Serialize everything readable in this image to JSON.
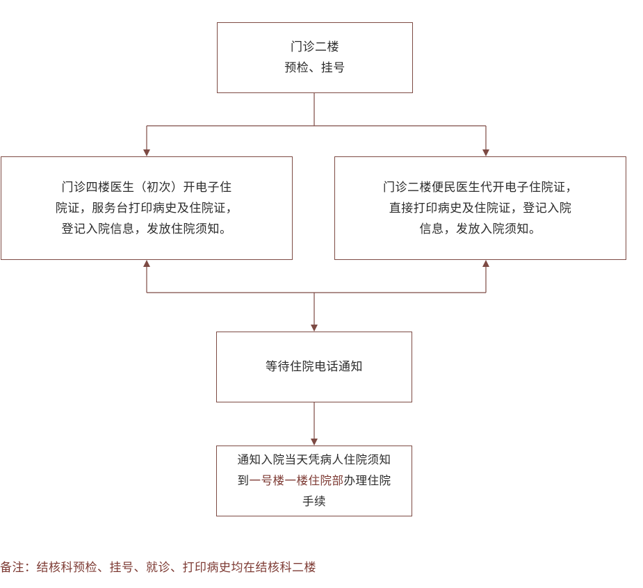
{
  "colors": {
    "border": "#7d4a43",
    "connector": "#7d4a43",
    "highlight": "#7d3a33",
    "text": "#2b2b2b"
  },
  "nodes": {
    "registration": {
      "lines": [
        "门诊二楼",
        "预检、挂号"
      ]
    },
    "fourth_floor": {
      "lines": [
        "门诊四楼医生（初次）开电子住",
        "院证，服务台打印病史及住院证，",
        "登记入院信息，发放住院须知。"
      ]
    },
    "second_floor": {
      "lines": [
        "门诊二楼便民医生代开电子住院证，",
        "直接打印病史及住院证，登记入院",
        "信息，发放入院须知。"
      ]
    },
    "wait": {
      "lines": [
        "等待住院电话通知"
      ]
    },
    "admission": {
      "line1": "通知入院当天凭病人住院须知",
      "line2_prefix": "到",
      "line2_highlight": "一号楼一楼住院部",
      "line2_suffix": "办理住院",
      "line3": "手续"
    }
  },
  "note": {
    "text": "备注：结核科预检、挂号、就诊、打印病史均在结核科二楼"
  }
}
